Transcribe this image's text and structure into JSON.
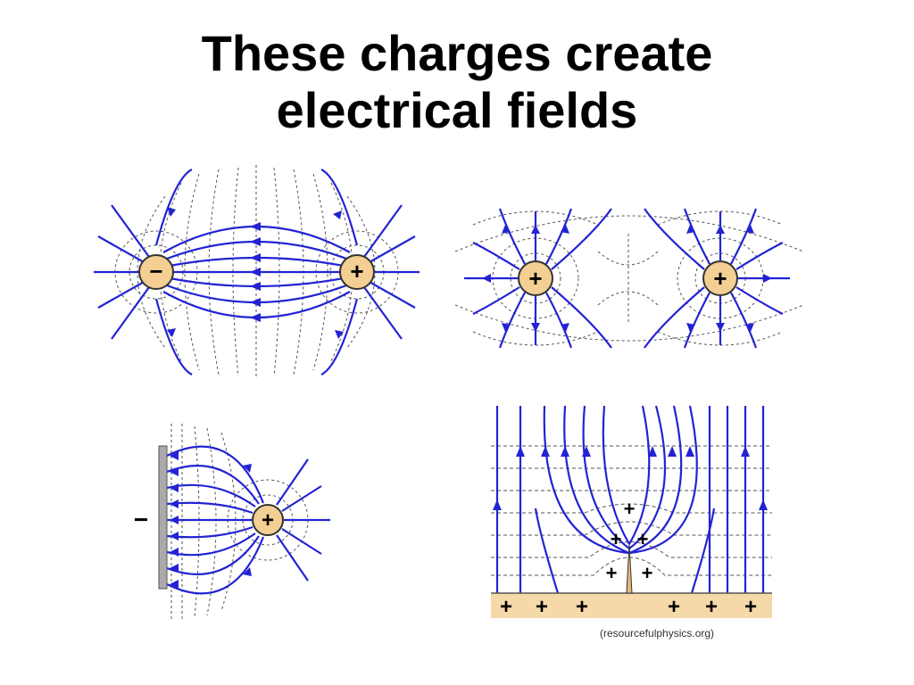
{
  "slide": {
    "title_line1": "These charges create",
    "title_line2": "electrical fields"
  },
  "panels": [
    {
      "name": "opposite-charges-dipole",
      "charges": [
        "−",
        "+"
      ]
    },
    {
      "name": "like-charges-repulsion",
      "charges": [
        "+",
        "+"
      ]
    },
    {
      "name": "charge-near-plate",
      "plate_sign": "−",
      "charges": [
        "+"
      ]
    },
    {
      "name": "charged-surface-with-point",
      "surface_signs": [
        "+",
        "+",
        "+",
        "+",
        "+",
        "+"
      ],
      "tip_signs": [
        "+",
        "+",
        "+",
        "+",
        "+"
      ]
    }
  ],
  "credit": "(resourcefulphysics.org)",
  "colors": {
    "field_line": "#2323d4",
    "equipotential": "#555555",
    "charge_fill": "#f3cf93",
    "charge_stroke": "#333333",
    "surface_fill": "#f6d9a8",
    "plate_fill": "#aaaaaa"
  }
}
